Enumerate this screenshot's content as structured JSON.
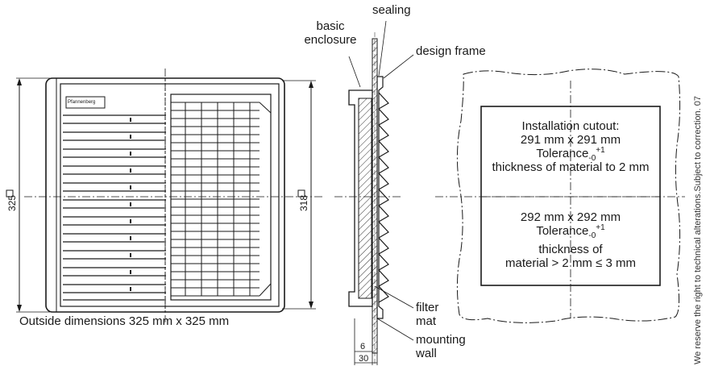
{
  "labels": {
    "basic_enclosure_line1": "basic",
    "basic_enclosure_line2": "enclosure",
    "sealing": "sealing",
    "design_frame": "design frame",
    "filter_mat_line1": "filter",
    "filter_mat_line2": "mat",
    "mounting_wall_line1": "mounting",
    "mounting_wall_line2": "wall",
    "outside_dimensions": "Outside dimensions 325 mm x 325 mm",
    "dim_325": "325",
    "dim_318": "318",
    "dim_6": "6",
    "dim_30": "30",
    "brand": "Pfannenberg"
  },
  "cutout": {
    "title": "Installation cutout:",
    "size1": "291 mm x 291 mm",
    "tolerance_word": "Tolerance",
    "tol1_plus": "+1",
    "tol1_minus": "-0",
    "thickness1": "thickness of material to 2 mm",
    "size2": "292 mm x 292 mm",
    "tol2_plus": "+1",
    "tol2_minus": "-0",
    "thickness2_line1": "thickness of",
    "thickness2_line2": "material > 2 mm ≤ 3 mm"
  },
  "disclaimer": "We reserve the right to technical alterations.Subject to correction. 07"
}
